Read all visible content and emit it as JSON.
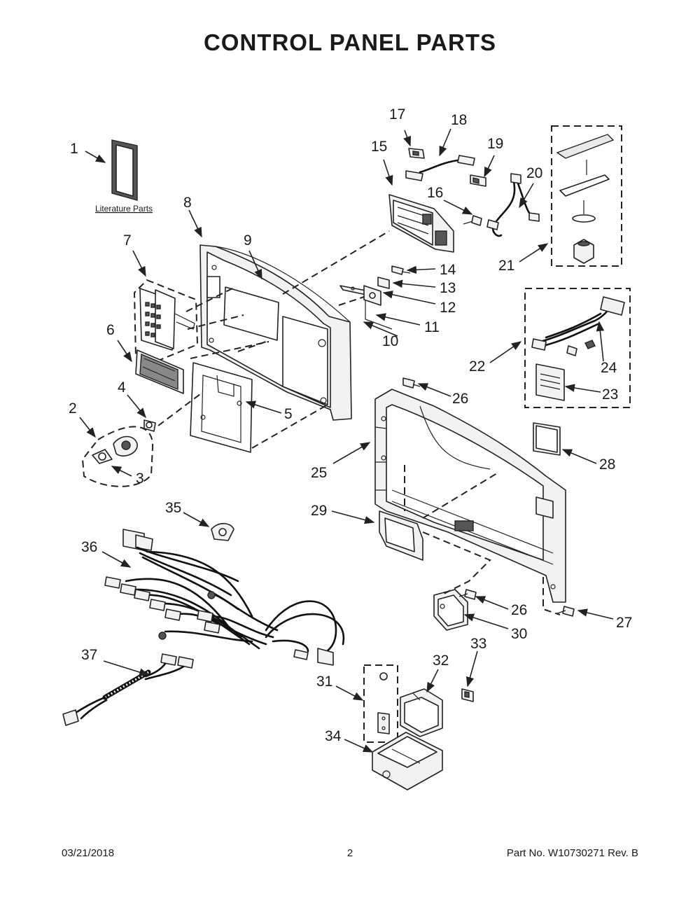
{
  "title": "CONTROL PANEL PARTS",
  "literature_label": "Literature Parts",
  "callouts": {
    "c1": "1",
    "c2": "2",
    "c3": "3",
    "c4": "4",
    "c5": "5",
    "c6": "6",
    "c7": "7",
    "c8": "8",
    "c9": "9",
    "c10": "10",
    "c11": "11",
    "c12": "12",
    "c13": "13",
    "c14": "14",
    "c15": "15",
    "c16": "16",
    "c17": "17",
    "c18": "18",
    "c19": "19",
    "c20": "20",
    "c21": "21",
    "c22": "22",
    "c23": "23",
    "c24": "24",
    "c25": "25",
    "c26a": "26",
    "c26b": "26",
    "c27": "27",
    "c28": "28",
    "c29": "29",
    "c30": "30",
    "c31": "31",
    "c32": "32",
    "c33": "33",
    "c34": "34",
    "c35": "35",
    "c36": "36",
    "c37": "37"
  },
  "footer": {
    "date": "03/21/2018",
    "page": "2",
    "part_no": "Part No.  W10730271  Rev.  B"
  }
}
